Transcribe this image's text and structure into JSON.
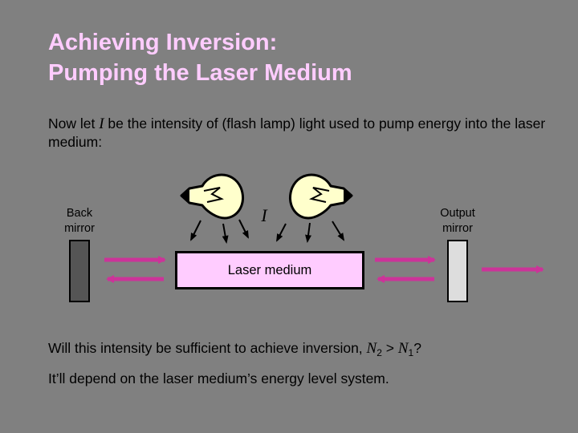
{
  "title": {
    "line1": "Achieving Inversion:",
    "line2": "Pumping the Laser Medium"
  },
  "intro": {
    "before": "Now let ",
    "symbol": "I",
    "after": " be the intensity of (flash lamp) light used to pump energy into the laser medium:"
  },
  "diagram": {
    "back_mirror_label_1": "Back",
    "back_mirror_label_2": "mirror",
    "output_mirror_label_1": "Output",
    "output_mirror_label_2": "mirror",
    "intensity_symbol": "I",
    "medium_label": "Laser medium",
    "colors": {
      "background": "#808080",
      "title": "#ffccff",
      "medium_fill": "#ffccff",
      "beam": "#cc3399",
      "bulb_glass": "#ffffcc",
      "back_mirror": "#555555",
      "output_mirror": "#dddddd"
    }
  },
  "question": {
    "text": "Will this intensity be sufficient to achieve inversion, ",
    "n2": "N",
    "n2_sub": "2",
    "op": " > ",
    "n1": "N",
    "n1_sub": "1",
    "end": "?"
  },
  "answer": "It’ll depend on the laser medium’s energy level system."
}
